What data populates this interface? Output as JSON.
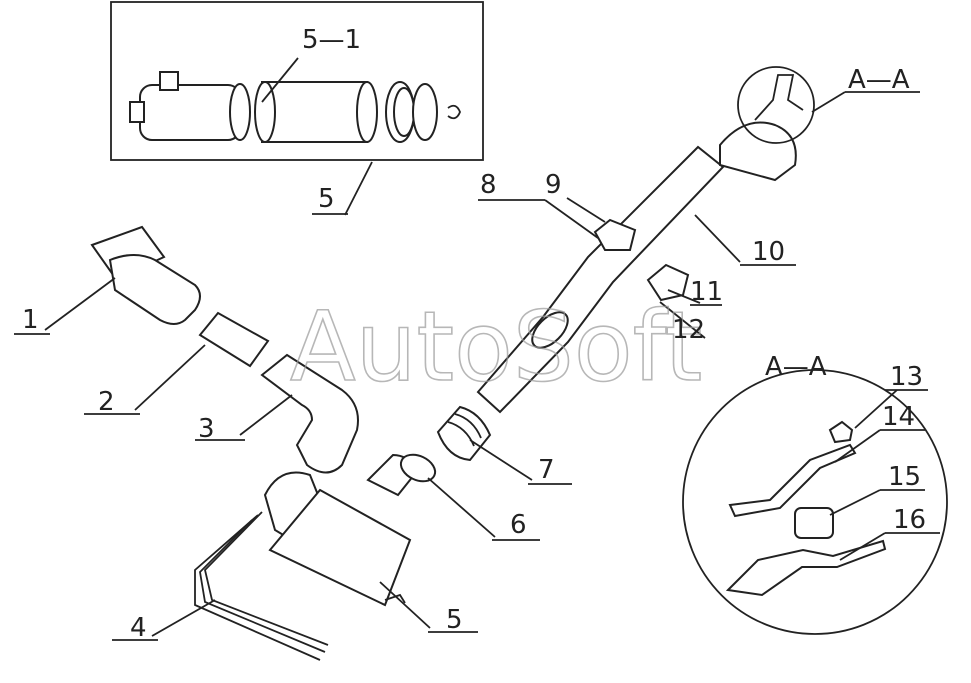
{
  "watermark": "AutoSoft",
  "section_label_top": "A—A",
  "section_label_detail": "A—A",
  "callouts": {
    "c1": "1",
    "c2": "2",
    "c3": "3",
    "c4": "4",
    "c5_inset": "5",
    "c5_main": "5",
    "c5_1": "5—1",
    "c6": "6",
    "c7": "7",
    "c8": "8",
    "c9": "9",
    "c10": "10",
    "c11": "11",
    "c12": "12",
    "c13": "13",
    "c14": "14",
    "c15": "15",
    "c16": "16"
  }
}
